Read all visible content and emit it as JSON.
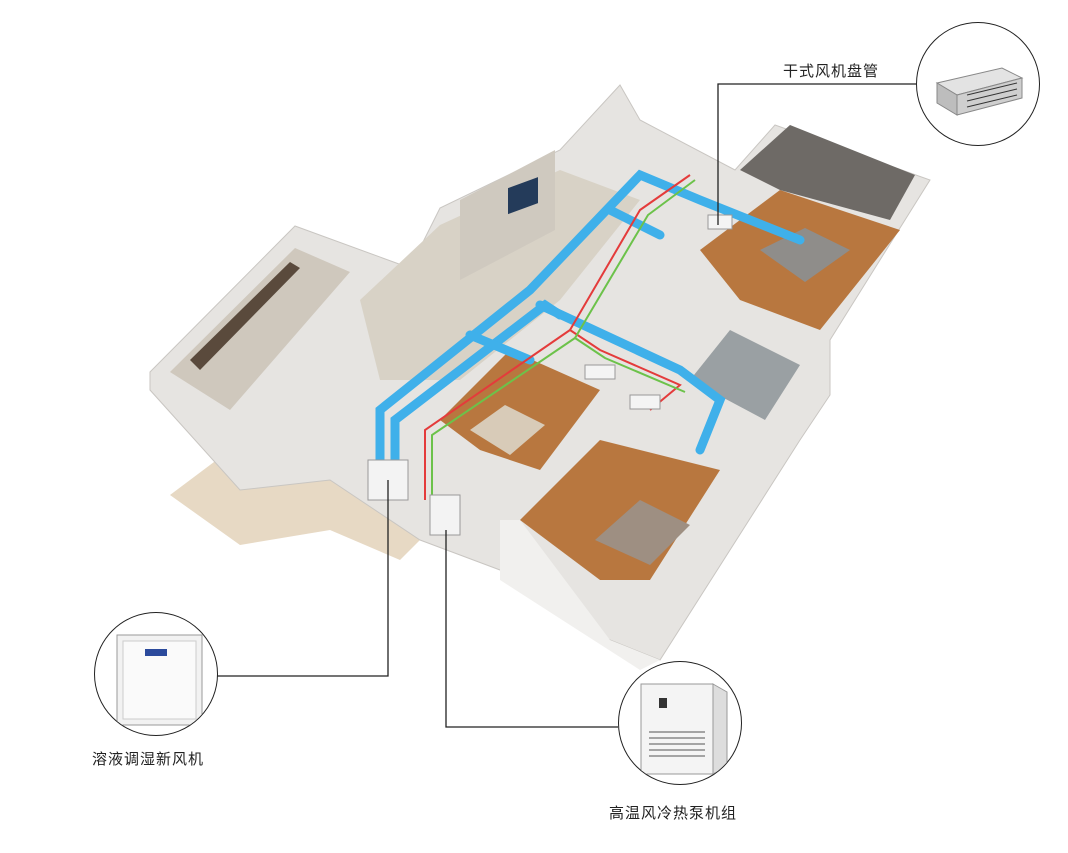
{
  "callouts": [
    {
      "id": "fan-coil",
      "label": "干式风机盘管"
    },
    {
      "id": "fresh-air-unit",
      "label": "溶液调湿新风机"
    },
    {
      "id": "heat-pump",
      "label": "高温风冷热泵机组"
    }
  ],
  "colors": {
    "duct": "#3fb0ea",
    "supply_pipe": "#e43b3b",
    "return_pipe": "#6cc24a",
    "wall": "#e6e4e1",
    "floor_wood": "#b8773f",
    "floor_tile": "#d9d3c9"
  }
}
